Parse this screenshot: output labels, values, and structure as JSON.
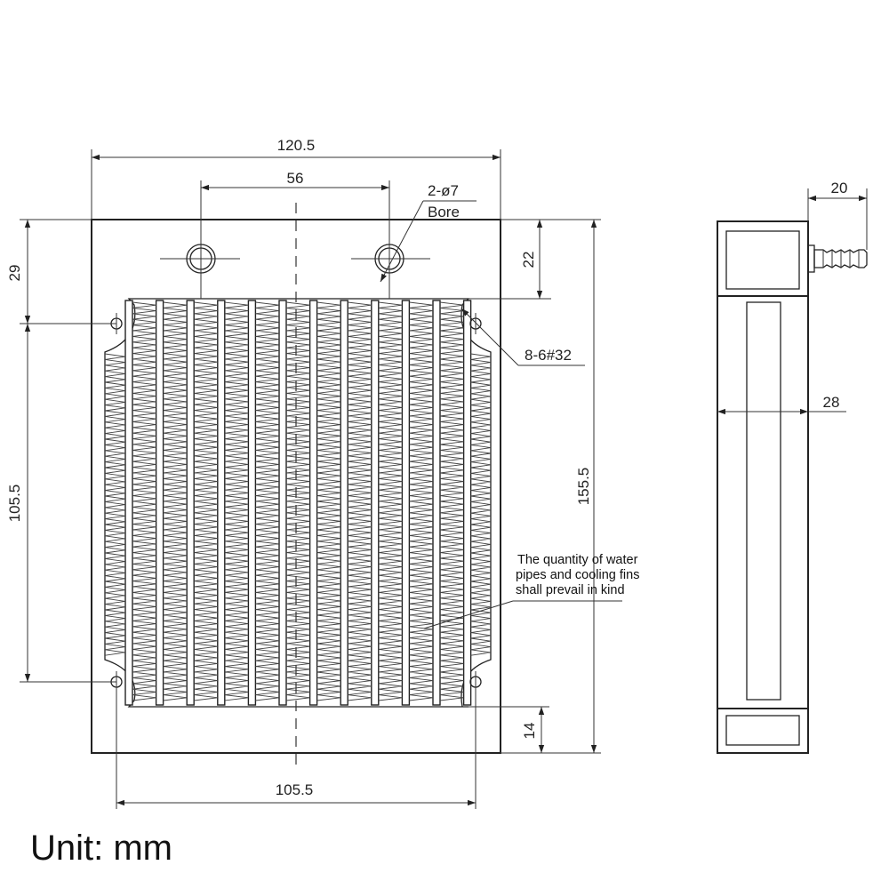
{
  "dimensions": {
    "overall_width": "120.5",
    "hole_spacing": "56",
    "bore_count": "2-ø7",
    "bore_label": "Bore",
    "top_offset": "22",
    "left_offset": "29",
    "mount_spacing_vertical": "105.5",
    "overall_height": "155.5",
    "mount_spec": "8-6#32",
    "bottom_offset": "14",
    "mount_spacing_horizontal": "105.5",
    "fitting_length": "20",
    "thickness": "28"
  },
  "note": {
    "line1": "The quantity of water",
    "line2": "pipes and cooling fins",
    "line3": "shall prevail in kind"
  },
  "unit_label": "Unit: mm"
}
